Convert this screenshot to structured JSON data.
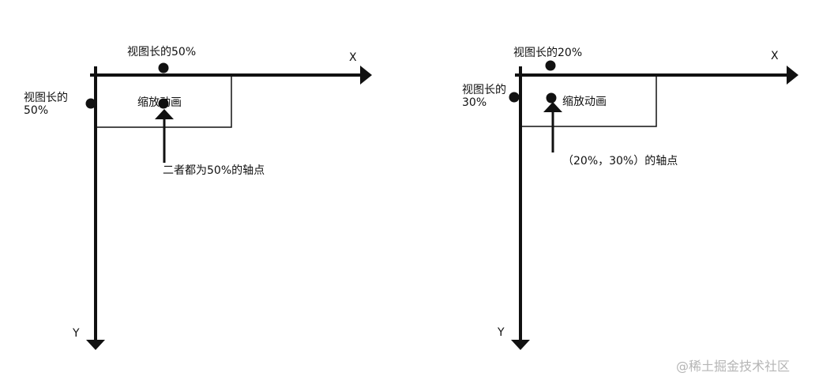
{
  "colors": {
    "ink": "#111111",
    "watermark": "#b5b5b5"
  },
  "left": {
    "x_axis_label": "X",
    "y_axis_label": "Y",
    "top_dot_label": "视图长的50%",
    "side_dot_label": "视图长的50%",
    "box_label": "缩放动画",
    "pivot_label": "二者都为50%的轴点"
  },
  "right": {
    "x_axis_label": "X",
    "y_axis_label": "Y",
    "top_dot_label": "视图长的20%",
    "side_dot_label": "视图长的30%",
    "box_label": "缩放动画",
    "pivot_label": "（20%，30%）的轴点"
  },
  "watermark": "@稀土掘金技术社区"
}
